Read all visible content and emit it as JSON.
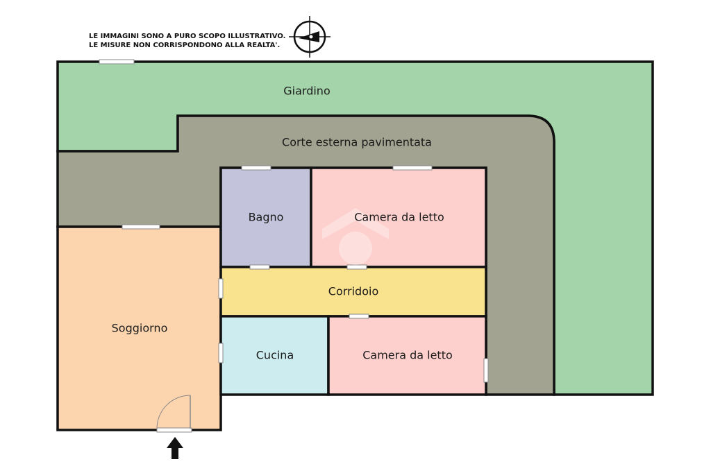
{
  "disclaimer": {
    "line1": "LE IMMAGINI SONO A PURO SCOPO ILLUSTRATIVO.",
    "line2": "LE MISURE NON CORRISPONDONO ALLA REALTA'."
  },
  "compass": {
    "icon": "compass-icon"
  },
  "rooms": {
    "giardino": "Giardino",
    "corte": "Corte esterna pavimentata",
    "bagno": "Bagno",
    "camera1": "Camera da letto",
    "corridoio": "Corridoio",
    "soggiorno": "Soggiorno",
    "cucina": "Cucina",
    "camera2": "Camera da letto"
  },
  "entrance": {
    "icon": "entrance-arrow-icon"
  },
  "colors": {
    "giardino": "#a4d4aa",
    "corte": "#a3a391",
    "bagno": "#c3c3dc",
    "camera": "#fdd0cd",
    "corridoio": "#fae38f",
    "soggiorno": "#fcd5ae",
    "cucina": "#cdecf0",
    "wall": "#111111"
  }
}
